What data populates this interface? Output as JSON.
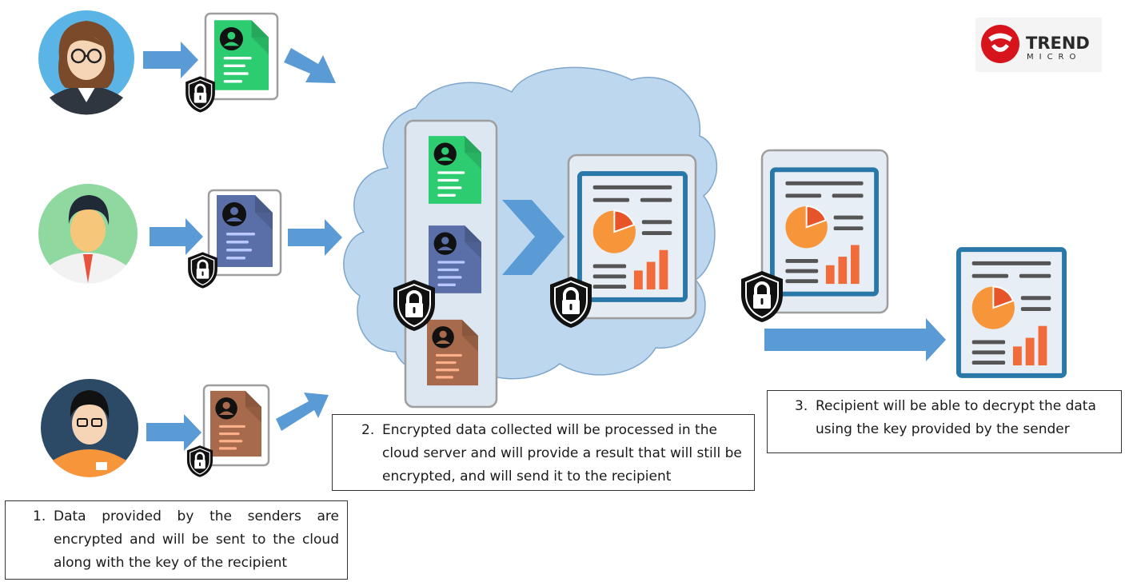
{
  "logo": {
    "brand_line1": "TREND",
    "brand_line2": "MICRO",
    "colors": {
      "red": "#d7141c",
      "text": "#2a2a2a"
    }
  },
  "captions": {
    "step1": {
      "number": "1.",
      "text": "Data provided by the senders are encrypted and will be sent to the cloud along with the key of the recipient"
    },
    "step2": {
      "number": "2.",
      "text": "Encrypted data collected will be processed in the cloud server and will provide a result that will still be encrypted, and will send it to the recipient"
    },
    "step3": {
      "number": "3.",
      "text": "Recipient will be able to decrypt the data using the key provided by the sender"
    }
  },
  "icons": {
    "sender_1": "woman-avatar-icon",
    "sender_2": "man-avatar-icon",
    "sender_3": "glasses-man-avatar-icon",
    "document": "document-icon",
    "lock": "shield-lock-icon",
    "report": "report-icon",
    "cloud": "cloud-icon",
    "arrow": "arrow-icon"
  },
  "colors": {
    "arrow": "#5b9bd5",
    "cloud": "#bdd7ee",
    "doc_green": "#2ecc71",
    "doc_blue": "#5a6fa8",
    "doc_brown": "#a86a4c",
    "report_frame": "#2a78a8",
    "pie": "#f7953a",
    "pie_slice": "#e8542a",
    "bars": "#f26b3a"
  }
}
